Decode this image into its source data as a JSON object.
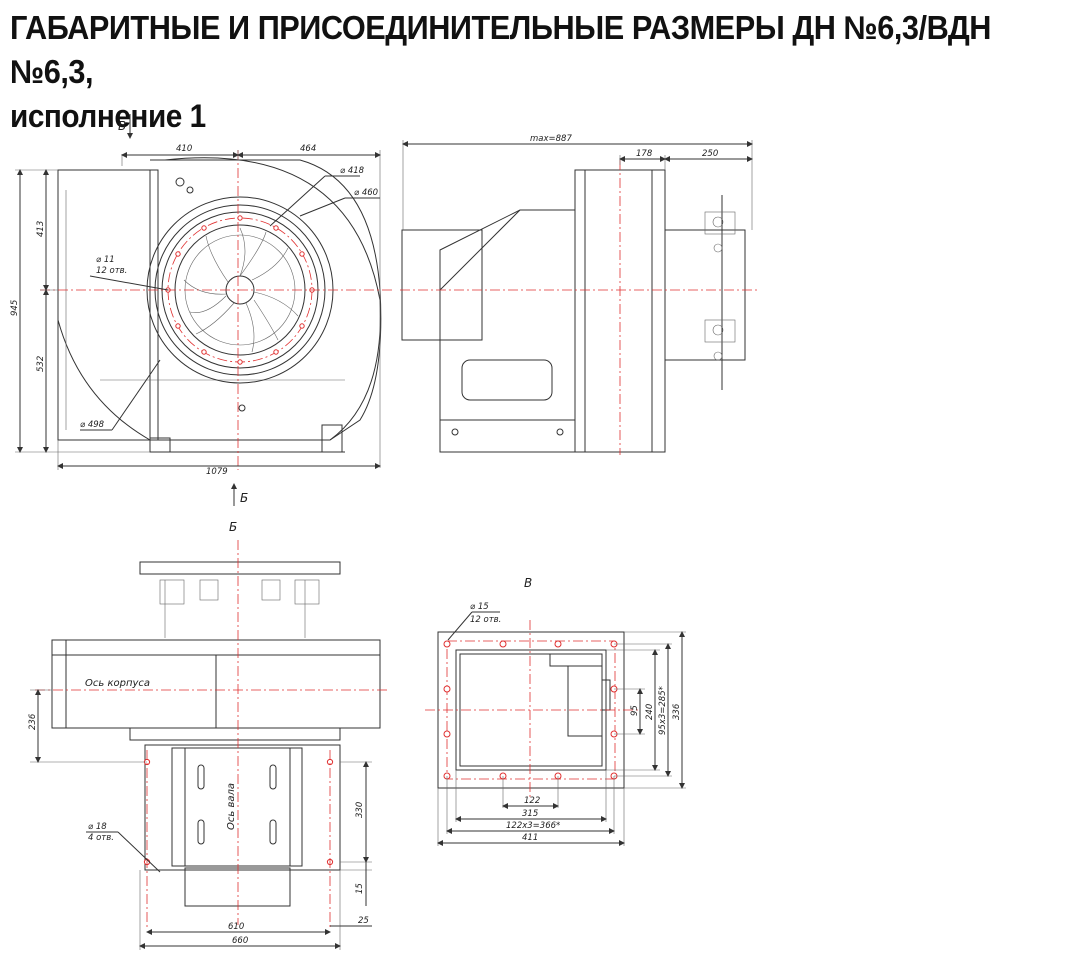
{
  "title": {
    "line1": "ГАБАРИТНЫЕ И ПРИСОЕДИНИТЕЛЬНЫЕ РАЗМЕРЫ ДН №6,3/ВДН №6,3,",
    "line2": "исполнение 1"
  },
  "views": {
    "front": {
      "arrow_top": "В",
      "arrow_bottom": "Б",
      "dims": {
        "w410": "410",
        "w464": "464",
        "d418": "⌀ 418",
        "d460": "⌀ 460",
        "h413": "413",
        "h945": "945",
        "h532": "532",
        "d11": "⌀ 11",
        "holes12": "12 отв.",
        "d498": "⌀ 498",
        "w1079": "1079"
      }
    },
    "side": {
      "dims": {
        "max": "max=887",
        "w178": "178",
        "w250": "250"
      }
    },
    "bottom": {
      "label": "Б",
      "axis_body": "Ось корпуса",
      "axis_shaft": "Ось вала",
      "dims": {
        "h236": "236",
        "d18": "⌀ 18",
        "holes4": "4 отв.",
        "h330": "330",
        "h15": "15",
        "w610": "610",
        "w25": "25",
        "w660": "660"
      }
    },
    "flange": {
      "label": "В",
      "dims": {
        "d15": "⌀ 15",
        "holes12": "12 отв.",
        "v95": "95",
        "v240": "240",
        "v95x3": "95x3=285*",
        "v336": "336",
        "w122": "122",
        "w315": "315",
        "w122x3": "122x3=366*",
        "w411": "411"
      }
    }
  },
  "colors": {
    "axis": "#e03030",
    "line": "#333333"
  }
}
